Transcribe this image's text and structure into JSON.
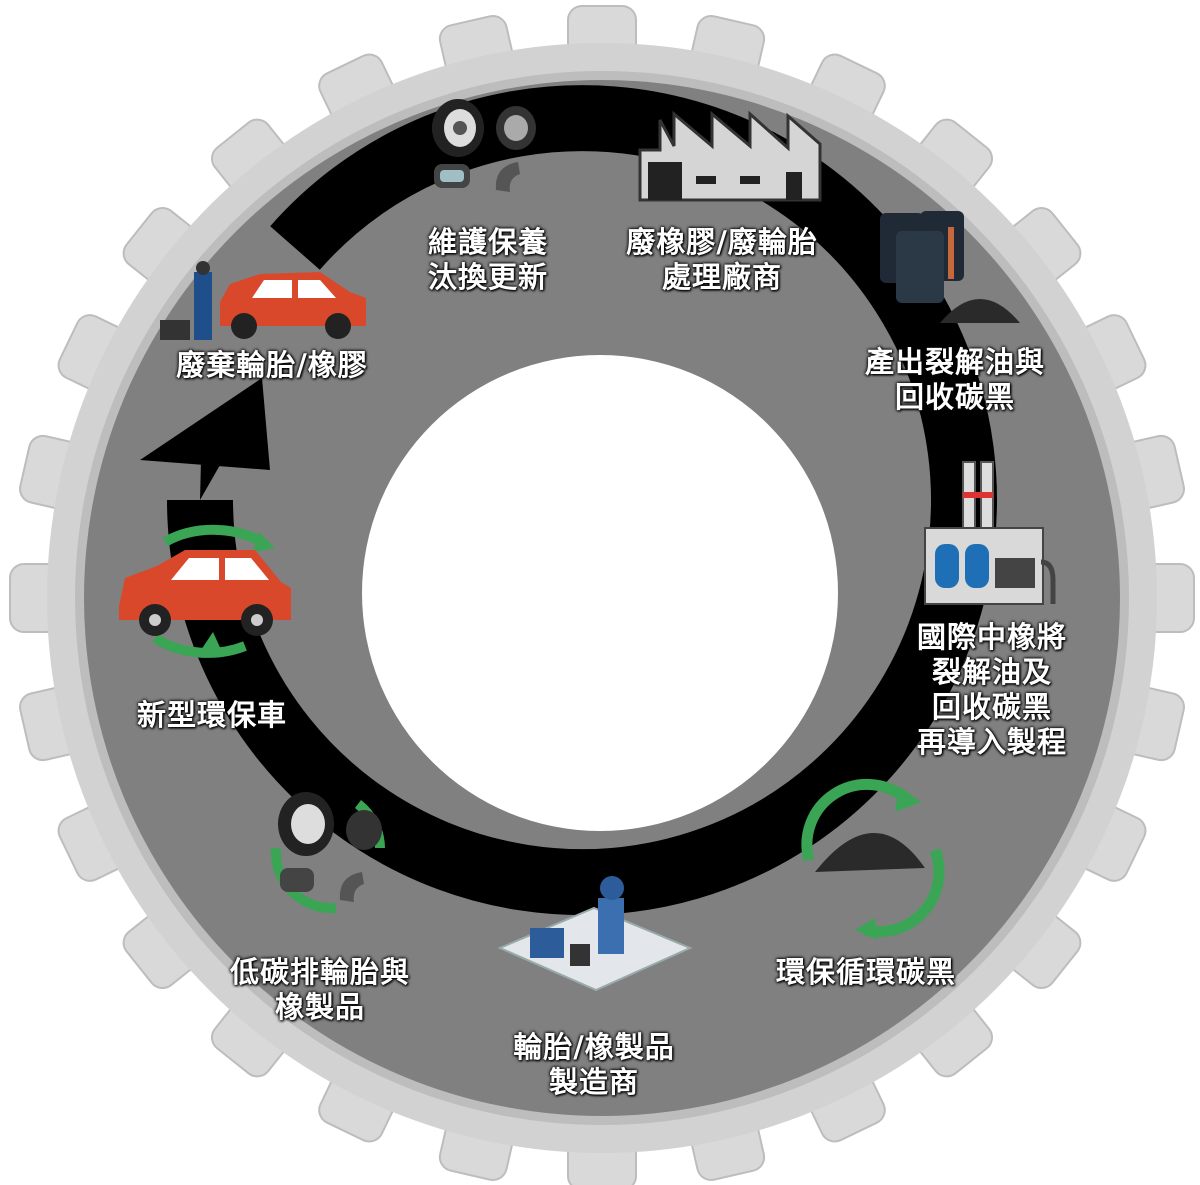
{
  "colors": {
    "tread_outer": "#dcdcdc",
    "tread_shadow": "#b3b3b3",
    "ring": "#808080",
    "path": "#000000",
    "hub": "#ffffff",
    "car_red": "#d9482b",
    "recycle_green": "#3aa655",
    "label_text": "#ffffff"
  },
  "stages": [
    {
      "id": "maintenance",
      "icon": "tire-parts-icon",
      "lines": [
        "維護保養",
        "汰換更新"
      ]
    },
    {
      "id": "processor",
      "icon": "factory-icon",
      "lines": [
        "廢橡膠/廢輪胎",
        "處理廠商"
      ]
    },
    {
      "id": "pyrolysis",
      "icon": "oil-barrels-icon",
      "lines": [
        "產出裂解油與",
        "回收碳黑"
      ]
    },
    {
      "id": "reintroduce",
      "icon": "refinery-plant-icon",
      "lines": [
        "國際中橡將",
        "裂解油及",
        "回收碳黑",
        "再導入製程"
      ]
    },
    {
      "id": "recycled-carbon",
      "icon": "carbon-black-recycle-icon",
      "lines": [
        "環保循環碳黑"
      ]
    },
    {
      "id": "manufacturer",
      "icon": "manufacturing-machine-icon",
      "lines": [
        "輪胎/橡製品",
        "製造商"
      ]
    },
    {
      "id": "low-carbon",
      "icon": "tire-parts-recycle-icon",
      "lines": [
        "低碳排輪胎與",
        "橡製品"
      ]
    },
    {
      "id": "eco-car",
      "icon": "car-recycle-icon",
      "lines": [
        "新型環保車"
      ]
    },
    {
      "id": "waste",
      "icon": "tire-change-mechanic-icon",
      "lines": [
        "廢棄輪胎/橡膠"
      ]
    }
  ]
}
